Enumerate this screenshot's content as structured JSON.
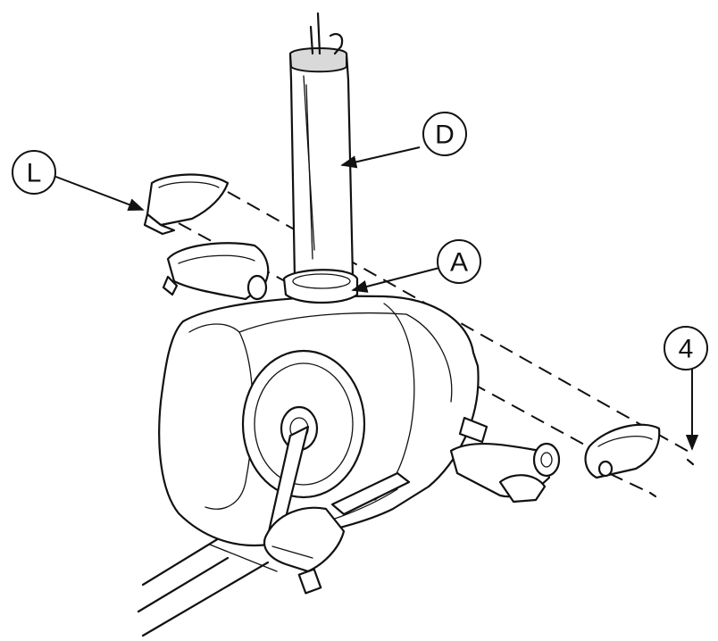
{
  "callouts": [
    {
      "id": "D",
      "label": "D"
    },
    {
      "id": "L",
      "label": "L"
    },
    {
      "id": "A",
      "label": "A"
    },
    {
      "id": "4",
      "label": "4"
    }
  ]
}
